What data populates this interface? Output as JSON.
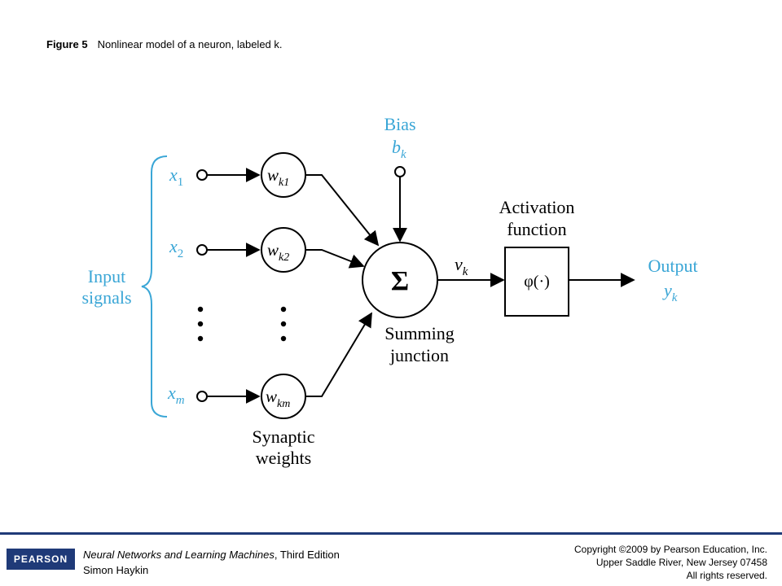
{
  "caption": {
    "label": "Figure 5",
    "text": "Nonlinear model of a neuron, labeled k."
  },
  "diagram": {
    "input_signals": [
      "Input",
      "signals"
    ],
    "inputs": [
      {
        "name": "x",
        "subscript": "1"
      },
      {
        "name": "x",
        "subscript": "2"
      },
      {
        "name": "x",
        "subscript": "m"
      }
    ],
    "weights": [
      {
        "name": "w",
        "subscript": "k1"
      },
      {
        "name": "w",
        "subscript": "k2"
      },
      {
        "name": "w",
        "subscript": "km"
      }
    ],
    "synaptic_weights": [
      "Synaptic",
      "weights"
    ],
    "bias": {
      "title": "Bias",
      "symbol": "b",
      "subscript": "k"
    },
    "summing_symbol": "Σ",
    "summing_junction": [
      "Summing",
      "junction"
    ],
    "induced_field": {
      "symbol": "v",
      "subscript": "k"
    },
    "activation_title": [
      "Activation",
      "function"
    ],
    "activation_symbol": "φ(·)",
    "output": {
      "title": "Output",
      "symbol": "y",
      "subscript": "k"
    },
    "colors": {
      "accent": "#3aa6d6",
      "ink": "#000000"
    }
  },
  "footer": {
    "logo": "PEARSON",
    "book_title": "Neural Networks and Learning Machines",
    "edition": ", Third Edition",
    "author": "Simon Haykin",
    "copyright_lines": [
      "Copyright ©2009 by Pearson Education, Inc.",
      "Upper Saddle River, New Jersey 07458",
      "All rights reserved."
    ]
  }
}
